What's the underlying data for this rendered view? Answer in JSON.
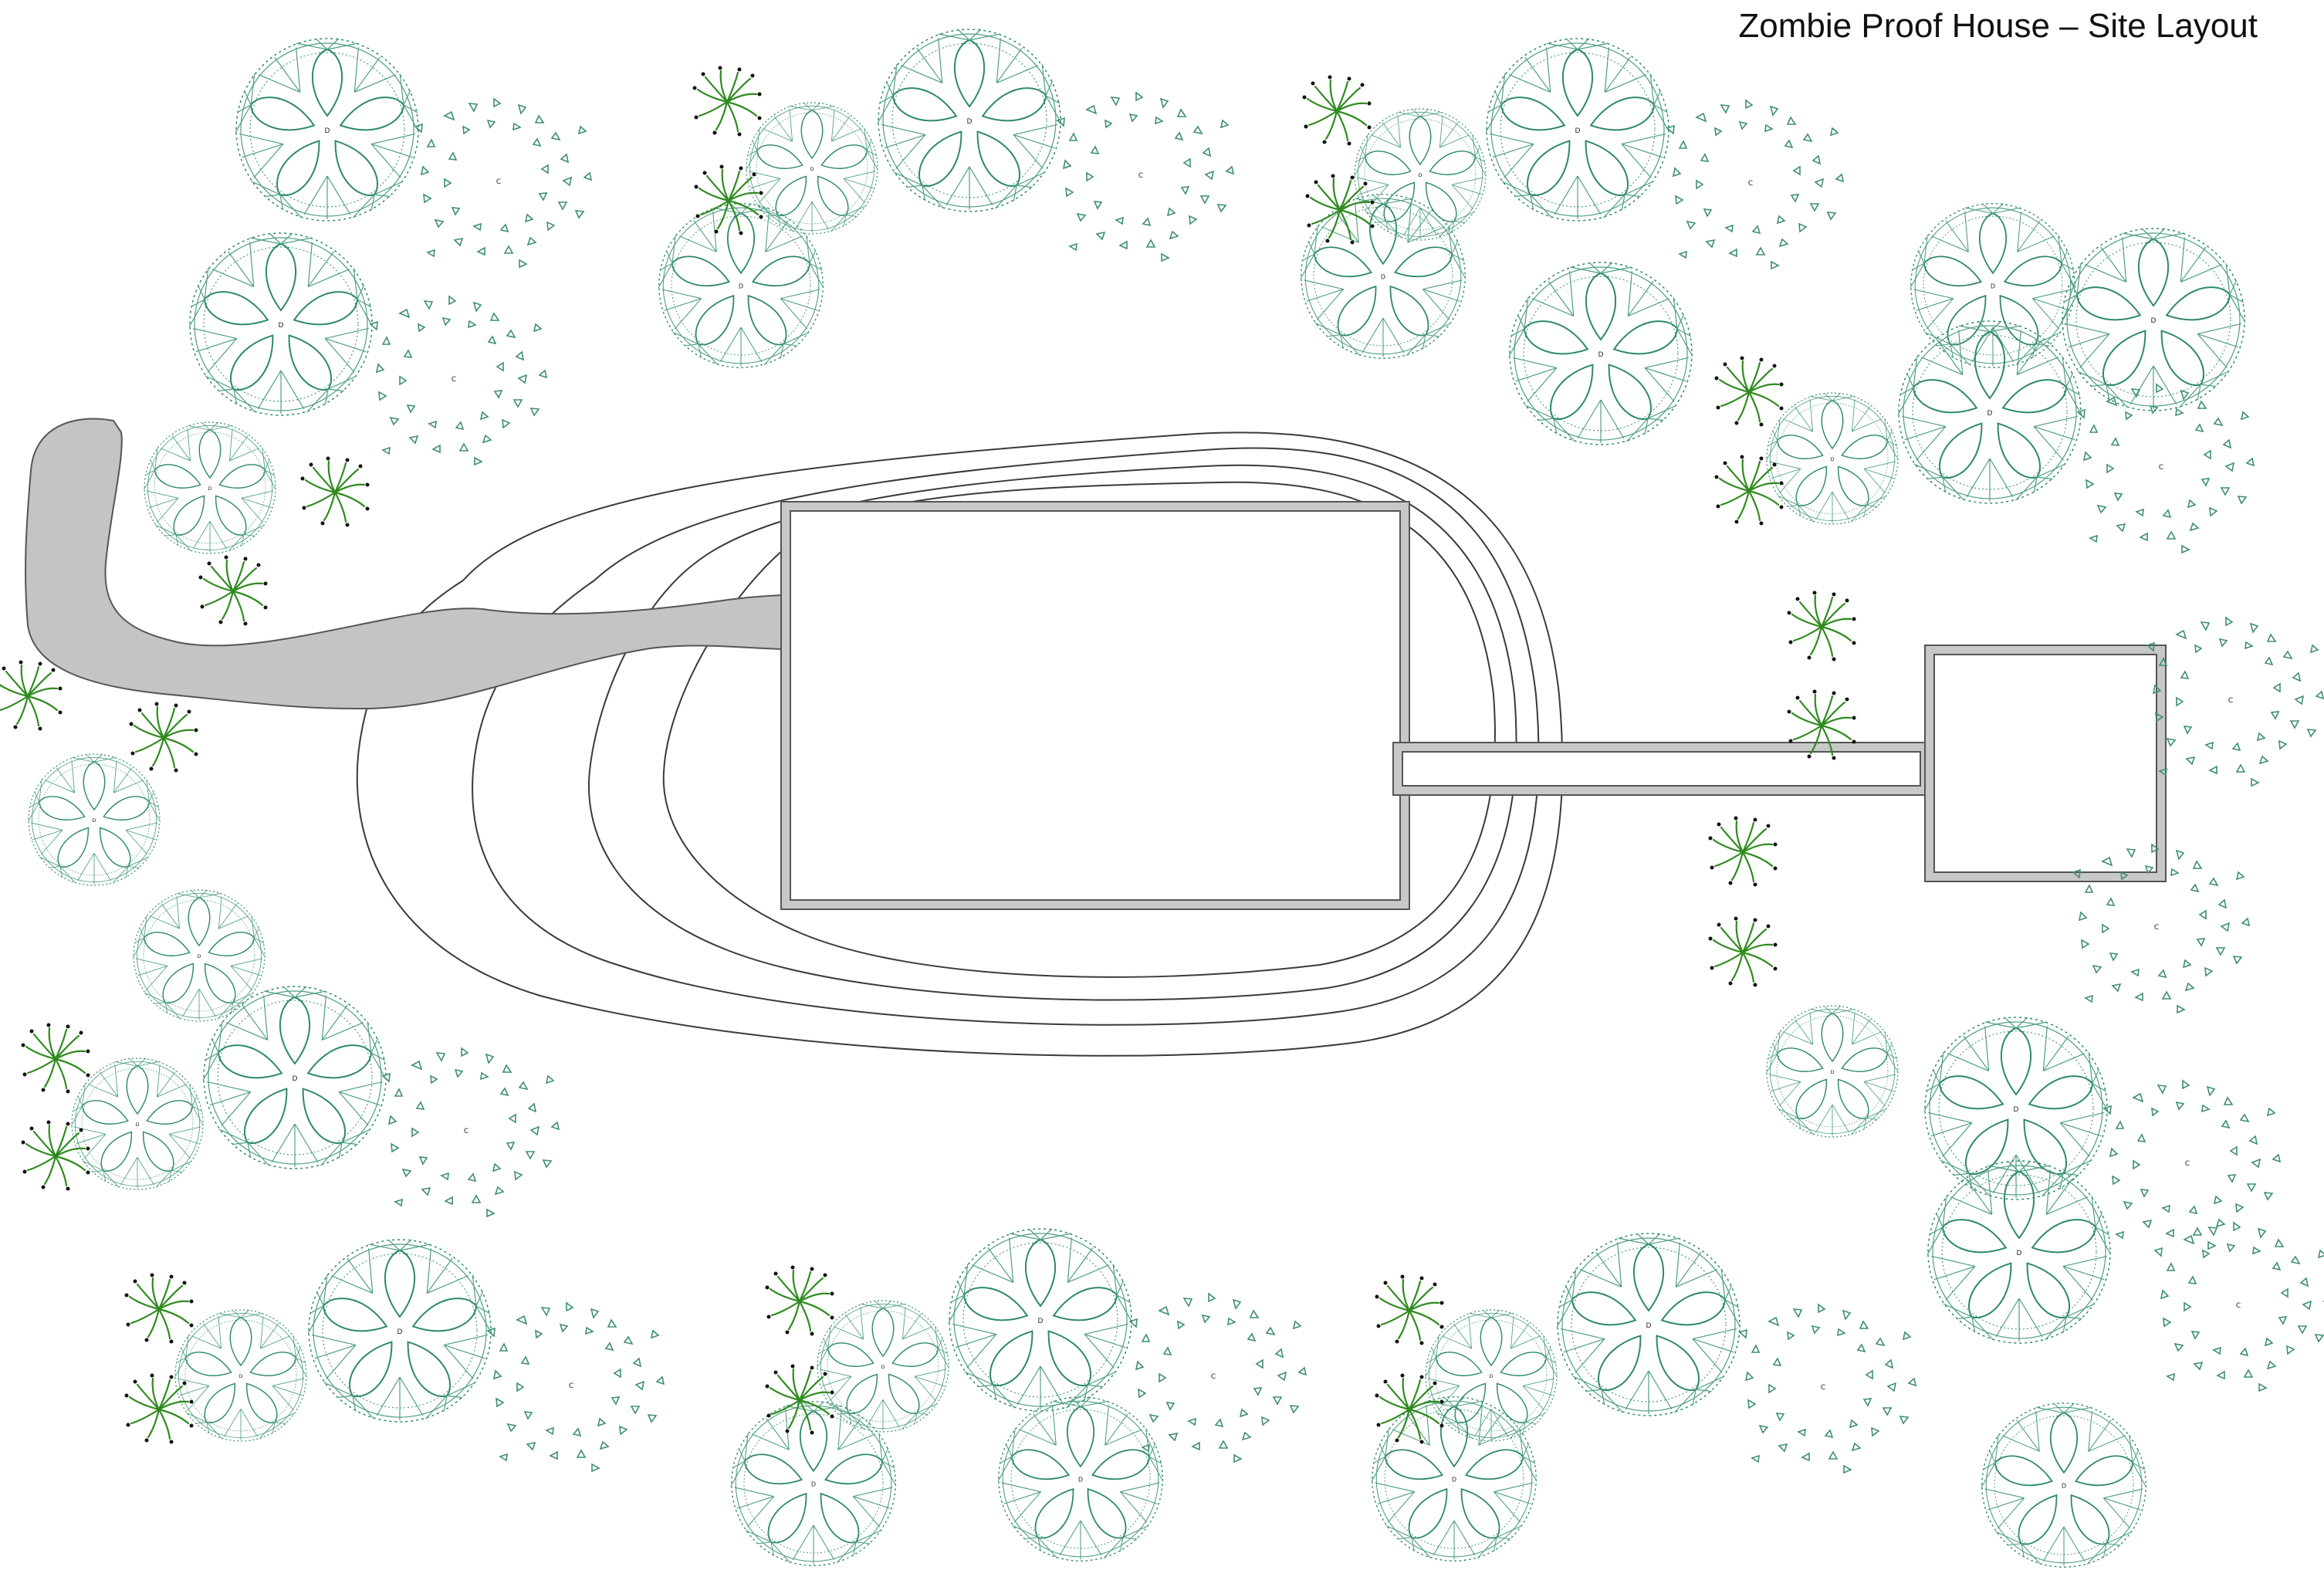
{
  "title": "Zombie Proof House – Site Layout",
  "legend_tags": {
    "tree": "D",
    "shrub": "C"
  },
  "colors": {
    "tree": "#2e8a66",
    "tree_light": "#4f9f80",
    "shrub": "#3f8f70",
    "fern": "#2f8a1e",
    "fern_dot": "#111111",
    "road": "#c4c4c4",
    "road_edge": "#555555",
    "wall": "#c8c8c8",
    "wall_edge": "#555555",
    "contour": "#3a3a3a",
    "background": "#ffffff"
  },
  "icons": {
    "tree": "deciduous-tree-plan-symbol",
    "shrub": "shrub-cluster-plan-symbol",
    "fern": "fern-plan-symbol"
  }
}
